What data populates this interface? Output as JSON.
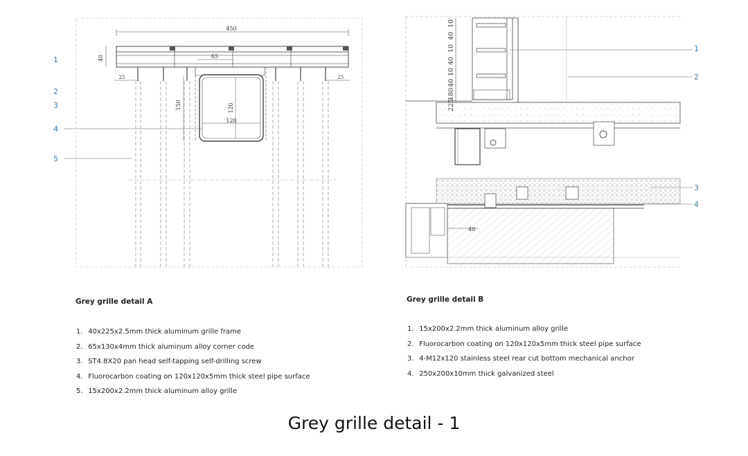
{
  "page_title": "Grey grille detail - 1",
  "detail_a": {
    "caption": "Grey grille detail  A",
    "dims": {
      "width": "450",
      "h40": "40",
      "corner": "65",
      "left25": "25",
      "right25": "25",
      "h150": "150",
      "pipe_h": "120",
      "pipe_w": "120"
    },
    "callouts": [
      "1",
      "2",
      "3",
      "4",
      "5"
    ],
    "notes": [
      {
        "num": "1.",
        "text": "40x225x2.5mm thick aluminum grille frame"
      },
      {
        "num": "2.",
        "text": "65x130x4mm thick aluminum alloy corner code"
      },
      {
        "num": "3.",
        "text": "ST4.8X20 pan head self-tapping self-drilling screw"
      },
      {
        "num": "4.",
        "text": "Fluorocarbon coating on 120x120x5mm thick steel pipe surface"
      },
      {
        "num": "5.",
        "text": "15x200x2.2mm thick aluminum alloy grille"
      }
    ]
  },
  "detail_b": {
    "caption": "Grey grille detail  B",
    "dims": {
      "vertical": [
        "10",
        "40",
        "10",
        "40",
        "10",
        "40",
        "180",
        "225"
      ],
      "d40": "40"
    },
    "callouts": [
      "1",
      "2",
      "3",
      "4"
    ],
    "notes": [
      {
        "num": "1.",
        "text": "15x200x2.2mm thick aluminum alloy grille"
      },
      {
        "num": "2.",
        "text": "Fluorocarbon coating on 120x120x5mm thick steel pipe surface"
      },
      {
        "num": "3.",
        "text": "4-M12x120 stainless steel rear cut bottom mechanical anchor"
      },
      {
        "num": "4.",
        "text": "250x200x10mm thick galvanized steel"
      }
    ]
  }
}
